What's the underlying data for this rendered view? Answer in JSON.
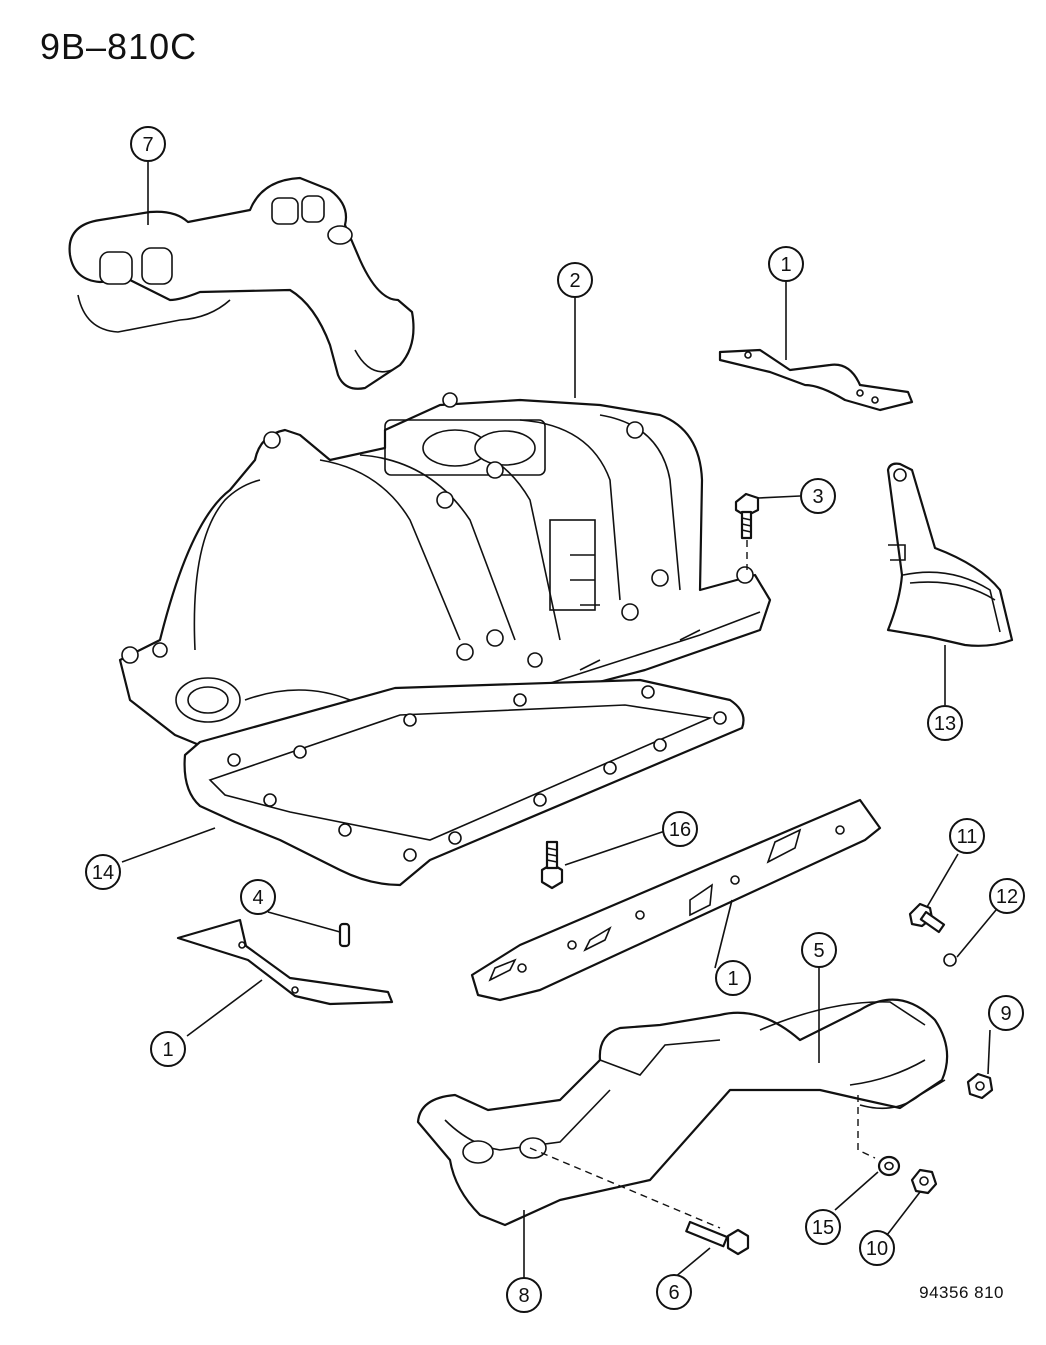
{
  "diagram": {
    "title": "9B–810C",
    "reference_code": "94356  810",
    "callouts": [
      {
        "id": "c7",
        "label": "7"
      },
      {
        "id": "c2",
        "label": "2"
      },
      {
        "id": "c1a",
        "label": "1"
      },
      {
        "id": "c3",
        "label": "3"
      },
      {
        "id": "c13",
        "label": "13"
      },
      {
        "id": "c14",
        "label": "14"
      },
      {
        "id": "c16",
        "label": "16"
      },
      {
        "id": "c4",
        "label": "4"
      },
      {
        "id": "c1b",
        "label": "1"
      },
      {
        "id": "c1c",
        "label": "1"
      },
      {
        "id": "c11",
        "label": "11"
      },
      {
        "id": "c12",
        "label": "12"
      },
      {
        "id": "c5",
        "label": "5"
      },
      {
        "id": "c9",
        "label": "9"
      },
      {
        "id": "c15",
        "label": "15"
      },
      {
        "id": "c10",
        "label": "10"
      },
      {
        "id": "c6",
        "label": "6"
      },
      {
        "id": "c8",
        "label": "8"
      }
    ]
  }
}
